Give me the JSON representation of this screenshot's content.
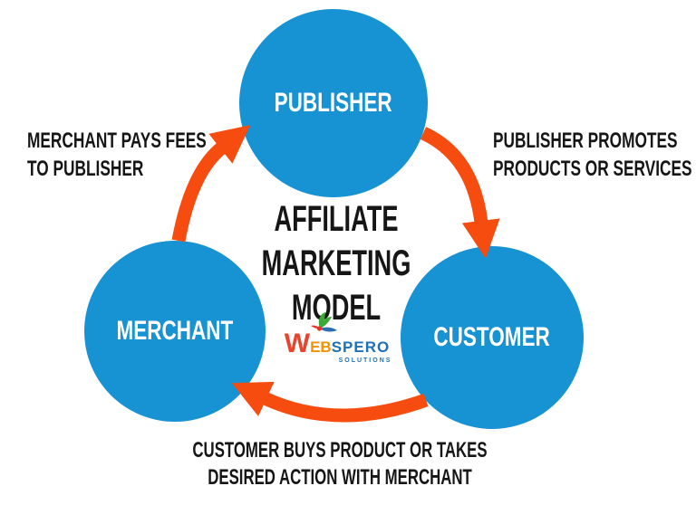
{
  "diagram": {
    "title_lines": [
      "AFFILIATE",
      "MARKETING",
      "MODEL"
    ],
    "nodes": {
      "publisher": {
        "label": "PUBLISHER"
      },
      "merchant": {
        "label": "MERCHANT"
      },
      "customer": {
        "label": "CUSTOMER"
      }
    },
    "captions": {
      "merchant_to_publisher": {
        "line1": "MERCHANT PAYS FEES",
        "line2": "TO PUBLISHER"
      },
      "publisher_to_customer": {
        "line1": "PUBLISHER PROMOTES",
        "line2": "PRODUCTS OR SERVICES"
      },
      "customer_to_merchant": {
        "line1": "CUSTOMER BUYS PRODUCT OR TAKES",
        "line2": "DESIRED ACTION WITH MERCHANT"
      }
    },
    "logo": {
      "part_w": "W",
      "part_eb": "EB",
      "part_spero": "SPERO",
      "tagline": "SOLUTIONS"
    },
    "colors": {
      "node_fill": "#1792d3",
      "node_text": "#ffffff",
      "arrow": "#f64c10",
      "caption_text": "#161616",
      "logo_red": "#e8432c",
      "logo_orange": "#f39200",
      "logo_blue": "#1d71b8",
      "bird_green": "#3aaa35",
      "bird_red": "#e6332a",
      "bird_blue": "#2d6db5"
    }
  }
}
